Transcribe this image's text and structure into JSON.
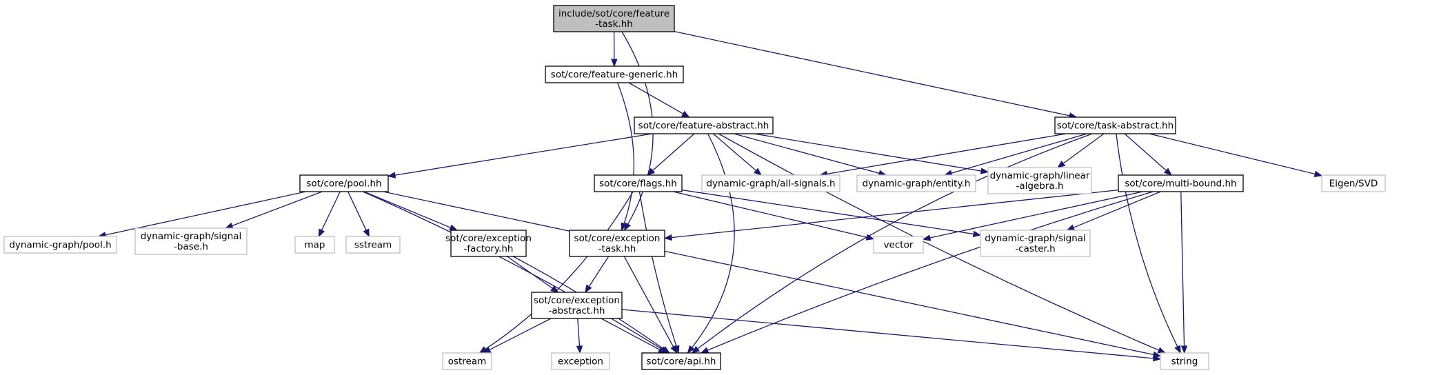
{
  "graph": {
    "nodes": [
      {
        "id": "root",
        "lines": [
          "include/sot/core/feature",
          "-task.hh"
        ],
        "kind": "root"
      },
      {
        "id": "fg",
        "lines": [
          "sot/core/feature-generic.hh"
        ],
        "kind": "file"
      },
      {
        "id": "fa",
        "lines": [
          "sot/core/feature-abstract.hh"
        ],
        "kind": "file"
      },
      {
        "id": "ta",
        "lines": [
          "sot/core/task-abstract.hh"
        ],
        "kind": "file"
      },
      {
        "id": "pool",
        "lines": [
          "sot/core/pool.hh"
        ],
        "kind": "file"
      },
      {
        "id": "flags",
        "lines": [
          "sot/core/flags.hh"
        ],
        "kind": "file"
      },
      {
        "id": "allsig",
        "lines": [
          "dynamic-graph/all-signals.h"
        ],
        "kind": "system"
      },
      {
        "id": "entity",
        "lines": [
          "dynamic-graph/entity.h"
        ],
        "kind": "system"
      },
      {
        "id": "linalg",
        "lines": [
          "dynamic-graph/linear",
          "-algebra.h"
        ],
        "kind": "system"
      },
      {
        "id": "mb",
        "lines": [
          "sot/core/multi-bound.hh"
        ],
        "kind": "file"
      },
      {
        "id": "svd",
        "lines": [
          "Eigen/SVD"
        ],
        "kind": "system"
      },
      {
        "id": "dgpool",
        "lines": [
          "dynamic-graph/pool.h"
        ],
        "kind": "system"
      },
      {
        "id": "sigbase",
        "lines": [
          "dynamic-graph/signal",
          "-base.h"
        ],
        "kind": "system"
      },
      {
        "id": "map",
        "lines": [
          "map"
        ],
        "kind": "system"
      },
      {
        "id": "sstream",
        "lines": [
          "sstream"
        ],
        "kind": "system"
      },
      {
        "id": "ef",
        "lines": [
          "sot/core/exception",
          "-factory.hh"
        ],
        "kind": "file"
      },
      {
        "id": "et",
        "lines": [
          "sot/core/exception",
          "-task.hh"
        ],
        "kind": "file"
      },
      {
        "id": "vector",
        "lines": [
          "vector"
        ],
        "kind": "system"
      },
      {
        "id": "caster",
        "lines": [
          "dynamic-graph/signal",
          "-caster.h"
        ],
        "kind": "system"
      },
      {
        "id": "ea",
        "lines": [
          "sot/core/exception",
          "-abstract.hh"
        ],
        "kind": "file"
      },
      {
        "id": "ostream",
        "lines": [
          "ostream"
        ],
        "kind": "system"
      },
      {
        "id": "exception",
        "lines": [
          "exception"
        ],
        "kind": "system"
      },
      {
        "id": "api",
        "lines": [
          "sot/core/api.hh"
        ],
        "kind": "file"
      },
      {
        "id": "string",
        "lines": [
          "string"
        ],
        "kind": "system"
      }
    ],
    "edges": [
      [
        "root",
        "fg"
      ],
      [
        "root",
        "ta"
      ],
      [
        "root",
        "et"
      ],
      [
        "fg",
        "fa"
      ],
      [
        "fg",
        "et"
      ],
      [
        "fa",
        "pool"
      ],
      [
        "fa",
        "flags"
      ],
      [
        "fa",
        "allsig"
      ],
      [
        "fa",
        "entity"
      ],
      [
        "fa",
        "linalg"
      ],
      [
        "fa",
        "api"
      ],
      [
        "fa",
        "string"
      ],
      [
        "ta",
        "allsig"
      ],
      [
        "ta",
        "entity"
      ],
      [
        "ta",
        "linalg"
      ],
      [
        "ta",
        "mb"
      ],
      [
        "ta",
        "svd"
      ],
      [
        "ta",
        "api"
      ],
      [
        "ta",
        "string"
      ],
      [
        "pool",
        "dgpool"
      ],
      [
        "pool",
        "sigbase"
      ],
      [
        "pool",
        "map"
      ],
      [
        "pool",
        "sstream"
      ],
      [
        "pool",
        "ef"
      ],
      [
        "pool",
        "api"
      ],
      [
        "pool",
        "string"
      ],
      [
        "flags",
        "ostream"
      ],
      [
        "flags",
        "vector"
      ],
      [
        "flags",
        "caster"
      ],
      [
        "flags",
        "api"
      ],
      [
        "mb",
        "et"
      ],
      [
        "mb",
        "vector"
      ],
      [
        "mb",
        "caster"
      ],
      [
        "mb",
        "api"
      ],
      [
        "mb",
        "string"
      ],
      [
        "ef",
        "ea"
      ],
      [
        "ef",
        "api"
      ],
      [
        "et",
        "ea"
      ],
      [
        "et",
        "api"
      ],
      [
        "ea",
        "ostream"
      ],
      [
        "ea",
        "exception"
      ],
      [
        "ea",
        "api"
      ],
      [
        "ea",
        "string"
      ]
    ]
  }
}
